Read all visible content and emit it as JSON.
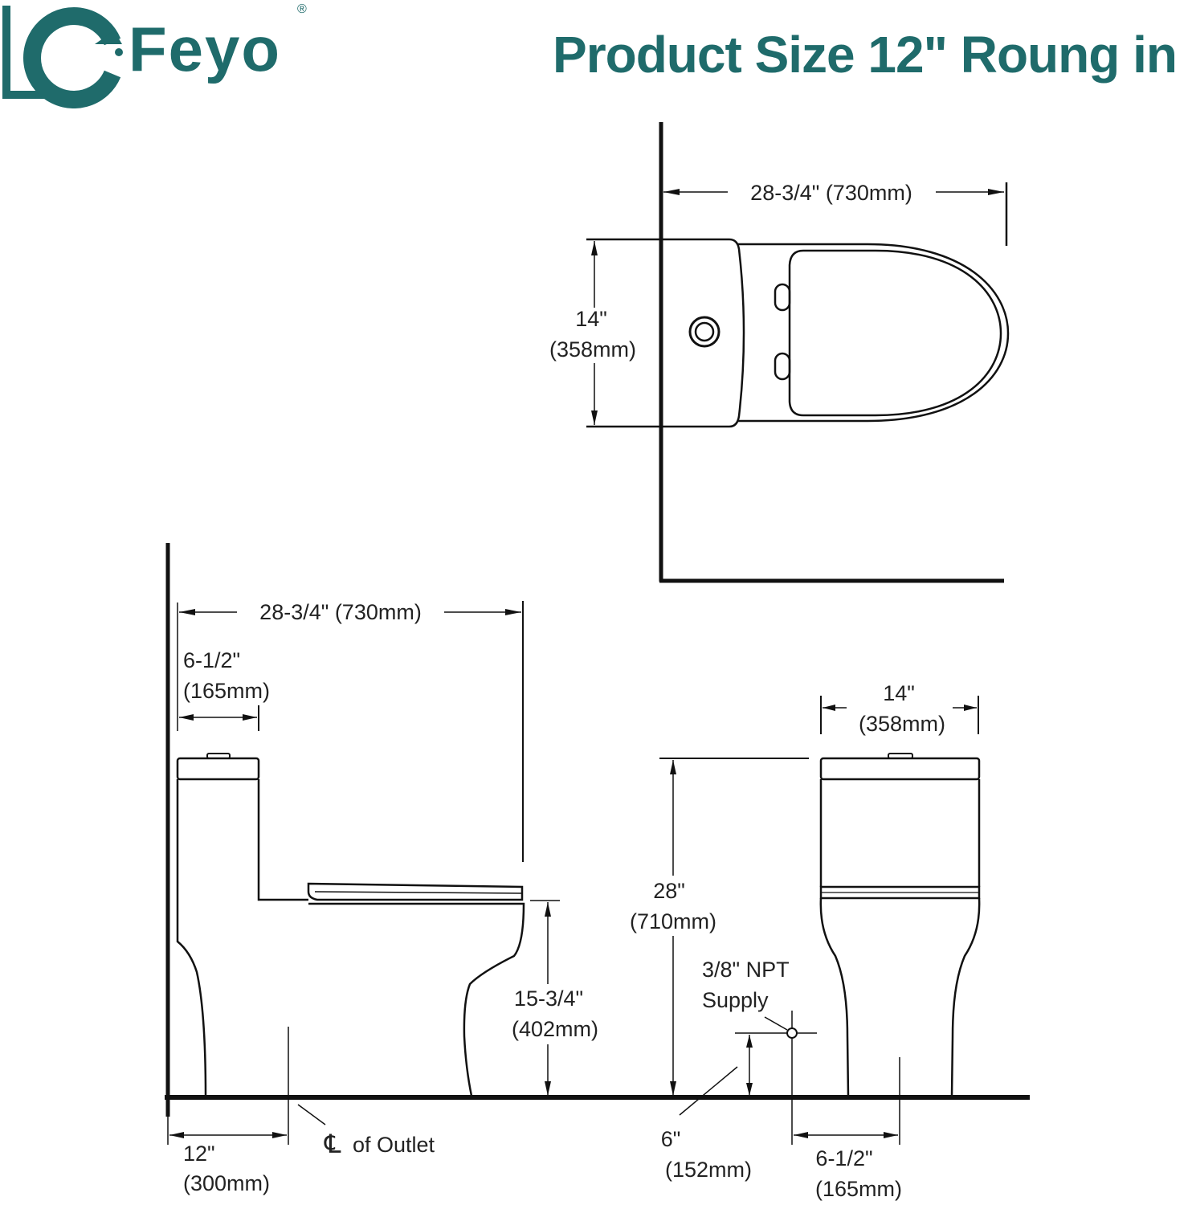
{
  "brand": {
    "name": "Feyo",
    "registered_mark": "®",
    "color": "#1f6b6b"
  },
  "headline": "Product Size 12\" Roung in",
  "top_view": {
    "length": "28-3/4\" (730mm)",
    "width_in": "14\"",
    "width_mm": "(358mm)"
  },
  "side_view": {
    "length": "28-3/4\" (730mm)",
    "tank_depth_in": "6-1/2\"",
    "tank_depth_mm": "(165mm)",
    "seat_height_in": "15-3/4\"",
    "seat_height_mm": "(402mm)",
    "rough_in_in": "12\"",
    "rough_in_mm": "(300mm)",
    "outlet_symbol": "℄",
    "outlet_label": "of Outlet"
  },
  "front_view": {
    "width_in": "14\"",
    "width_mm": "(358mm)",
    "height_in": "28\"",
    "height_mm": "(710mm)",
    "supply_line1": "3/8\" NPT",
    "supply_line2": "Supply",
    "supply_height_in": "6\"",
    "supply_height_mm": "(152mm)",
    "supply_offset_in": "6-1/2\"",
    "supply_offset_mm": "(165mm)"
  }
}
